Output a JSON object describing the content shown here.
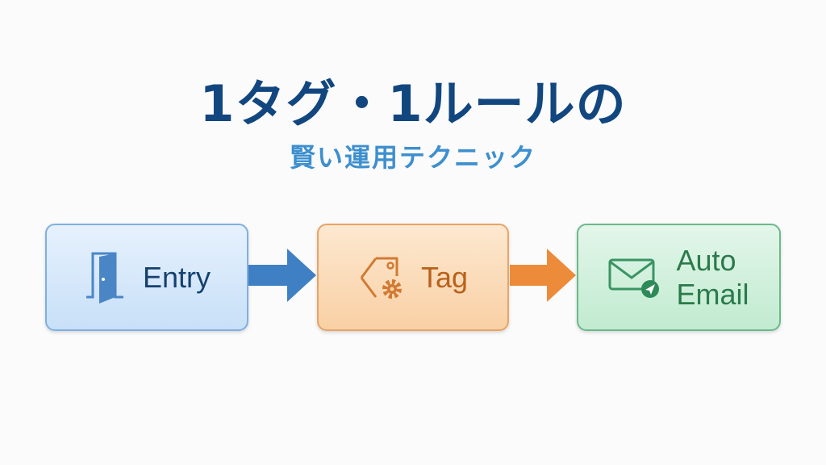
{
  "title": "1タグ・1ルールの",
  "subtitle": "賢い運用テクニック",
  "steps": [
    {
      "label": "Entry",
      "icon": "door-icon",
      "color": "#16406f"
    },
    {
      "label": "Tag",
      "icon": "tag-gear-icon",
      "color": "#b9611c"
    },
    {
      "label_line1": "Auto",
      "label_line2": "Email",
      "icon": "email-send-icon",
      "color": "#2b7a4b"
    }
  ],
  "arrow_colors": [
    "#3f80c4",
    "#ec8b3a"
  ]
}
